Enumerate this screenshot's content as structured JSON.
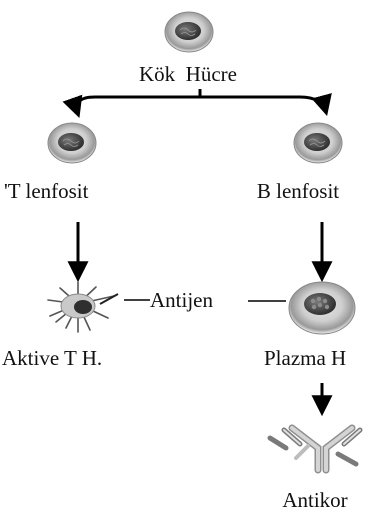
{
  "nodes": {
    "stem_cell": {
      "label": "Kök  Hücre",
      "icon": "cell-icon"
    },
    "t_cell": {
      "label": "'T lenfosit",
      "icon": "cell-icon"
    },
    "b_cell": {
      "label": "B lenfosit",
      "icon": "cell-icon"
    },
    "active_t": {
      "label": "Aktive T H.",
      "icon": "spiky-cell-icon"
    },
    "plasma": {
      "label": "Plazma H",
      "icon": "plasma-cell-icon"
    },
    "antibody": {
      "label": "Antikor",
      "icon": "antibody-icon"
    }
  },
  "edges": {
    "antigen": {
      "label": "Antijen"
    }
  },
  "colors": {
    "cell_body": "#d9d9d9",
    "cell_rim": "#777777",
    "nucleus": "#4a4a4a",
    "arrow": "#000000"
  }
}
